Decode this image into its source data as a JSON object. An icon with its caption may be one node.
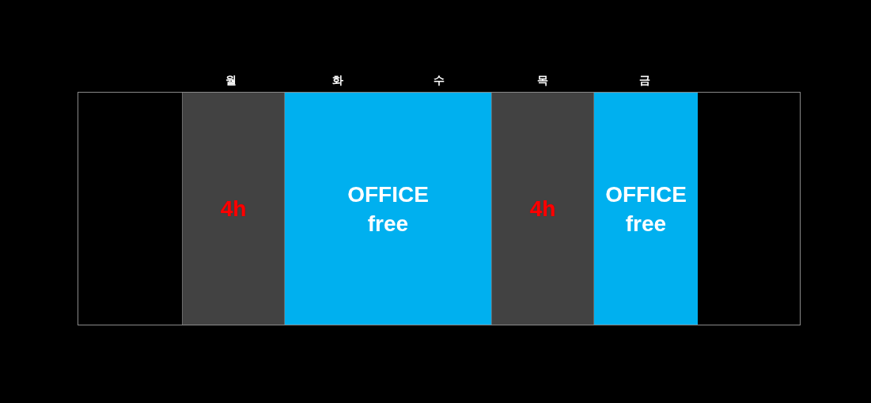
{
  "diagram": {
    "nodes": [
      {
        "text": [],
        "shape": "box"
      },
      {
        "text": [
          "4h"
        ],
        "in": 0
      },
      {
        "text": [
          "OFFICE free"
        ],
        "in": 0
      },
      {
        "text": [
          "4h"
        ],
        "in": 0
      },
      {
        "text": [
          "OFFICE free"
        ],
        "in": 0
      }
    ],
    "edges": [],
    "labels": [
      "월",
      "화",
      "수",
      "목",
      "금"
    ]
  }
}
